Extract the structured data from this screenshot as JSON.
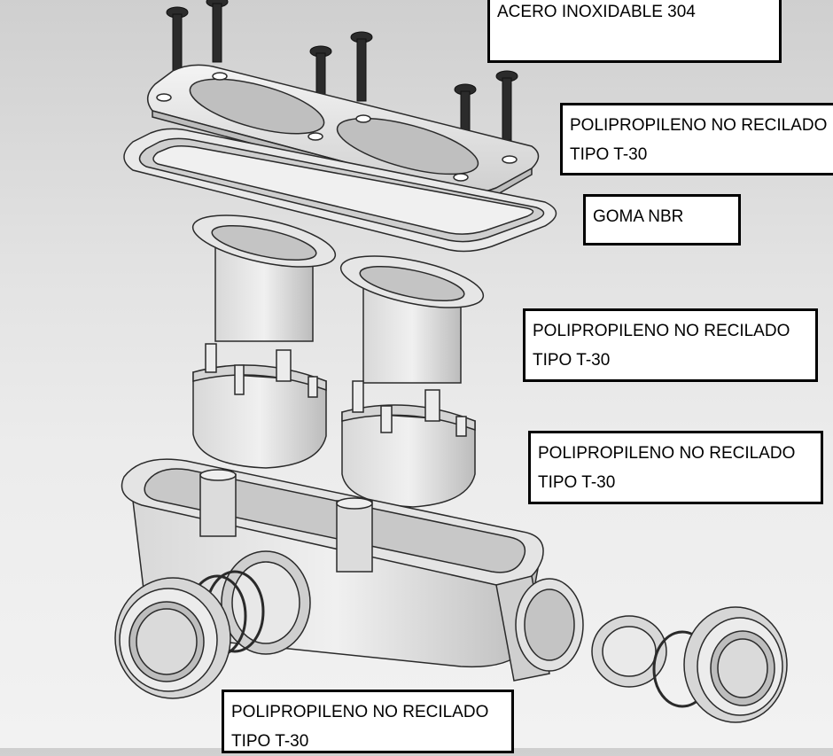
{
  "labels": [
    {
      "id": "acero",
      "lines": [
        "ACERO INOXIDABLE  304"
      ]
    },
    {
      "id": "tapa",
      "lines": [
        "POLIPROPILENO  NO RECILADO",
        "TIPO T-30"
      ]
    },
    {
      "id": "goma",
      "lines": [
        "GOMA NBR"
      ]
    },
    {
      "id": "insertos",
      "lines": [
        "POLIPROPILENO  NO RECILADO",
        "TIPO T-30"
      ]
    },
    {
      "id": "soportes",
      "lines": [
        "POLIPROPILENO  NO RECILADO",
        "TIPO T-30"
      ]
    },
    {
      "id": "cuerpo",
      "lines": [
        "POLIPROPILENO  NO RECILADO",
        "TIPO T-30"
      ]
    }
  ],
  "colors": {
    "part_fill": "#e6e6e6",
    "part_dark": "#bdbdbd",
    "part_stroke": "#2a2a2a",
    "screw": "#2b2b2b"
  }
}
